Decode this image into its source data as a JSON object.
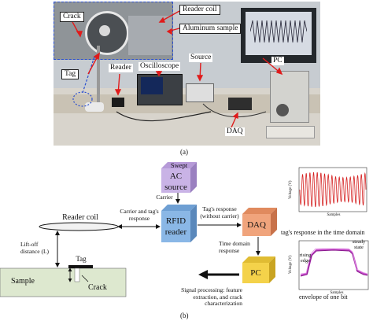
{
  "photo": {
    "labels": {
      "crack": "Crack",
      "reader_coil": "Reader coil",
      "aluminum_sample": "Aluminum sample",
      "tag": "Tag",
      "reader": "Reader",
      "oscilloscope": "Oscilloscope",
      "source": "Source",
      "pc": "PC",
      "daq": "DAQ"
    },
    "caption": "(a)"
  },
  "schematic": {
    "swept": "Swept",
    "ac_source": "AC source",
    "carrier": "Carrier",
    "rfid_reader": "RFID reader",
    "daq": "DAQ",
    "pc": "PC",
    "reader_coil": "Reader coil",
    "carrier_and_tag_response": "Carrier and tag's response",
    "tag_response_without_carrier": "Tag's response (without carrier)",
    "liftoff": "Lift-off distance (L)",
    "tag": "Tag",
    "sample": "Sample",
    "crack": "Crack",
    "time_domain_response": "Time domain response",
    "signal_processing": "Signal processing: feature extraction, and crack characterization",
    "caption": "(b)",
    "colors": {
      "swept_box": "#c9b3e6",
      "rfid_box": "#8ab7e6",
      "daq_box": "#f0a47c",
      "pc_box": "#f4d24a",
      "sample_fill": "#dde8cf"
    }
  },
  "plot_time": {
    "caption": "tag's response in the time domain",
    "ylabel": "Voltage (V)",
    "xlabel": "Samples"
  },
  "plot_envelope": {
    "caption": "envelope of one bit",
    "ylabel": "Voltage (V)",
    "xlabel": "Samples",
    "annotations": {
      "steady": "steady state",
      "rising": "rising edge"
    }
  }
}
